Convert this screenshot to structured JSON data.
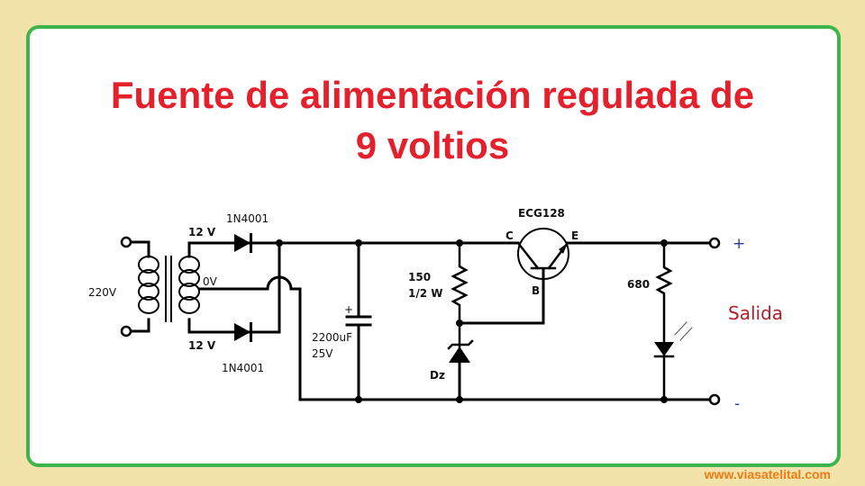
{
  "title": {
    "line1": "Fuente de alimentación regulada de",
    "line2": "9 voltios"
  },
  "labels": {
    "input": "220V",
    "sec_top": "12 V",
    "sec_bottom": "12 V",
    "center_tap": "0V",
    "diode_top": "1N4001",
    "diode_bottom": "1N4001",
    "cap_value": "2200uF",
    "cap_voltage": "25V",
    "cap_plus": "+",
    "r1_value": "150",
    "r1_power": "1/2 W",
    "zener": "Dz",
    "transistor": "ECG128",
    "collector": "C",
    "emitter": "E",
    "base": "B",
    "r2_value": "680",
    "out_plus": "+",
    "out_minus": "-",
    "output": "Salida"
  },
  "website": "www.viasatelital.com",
  "colors": {
    "title": "#e3202b",
    "border": "#3db54a",
    "background": "#f2e3ab",
    "output_label": "#b0202a",
    "terminals": "#2b3a9a",
    "website": "#f07b12"
  }
}
